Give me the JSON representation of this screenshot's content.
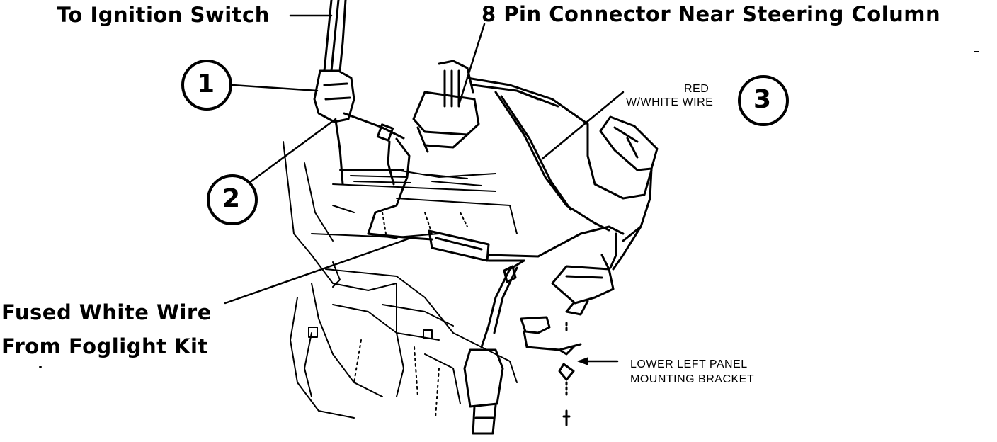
{
  "labels": {
    "ignition": "To Ignition Switch",
    "connector": "8 Pin Connector Near Steering Column",
    "red_line1": "RED",
    "red_line2": "W/WHITE WIRE",
    "fused_line1": "Fused White Wire",
    "fused_line2": "From Foglight Kit",
    "bracket_line1": "LOWER LEFT PANEL",
    "bracket_line2": "MOUNTING BRACKET"
  },
  "callouts": [
    "1",
    "2",
    "3"
  ],
  "colors": {
    "ink": "#000000",
    "paper": "#ffffff"
  }
}
